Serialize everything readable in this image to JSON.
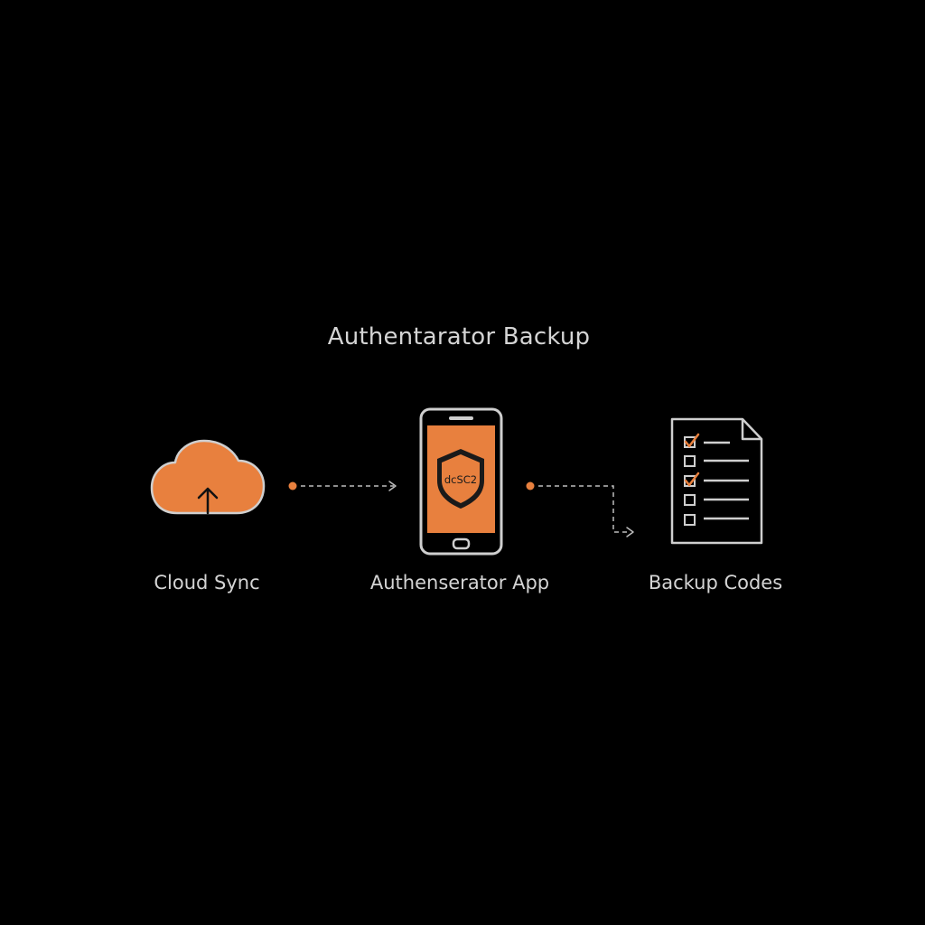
{
  "title": "Authentarator Backup",
  "nodes": {
    "cloud": {
      "label": "Cloud Sync",
      "icon": "cloud-upload-icon"
    },
    "app": {
      "label": "Authenserator App",
      "icon": "smartphone-shield-icon",
      "shield_text": "dcSC2"
    },
    "codes": {
      "label": "Backup Codes",
      "icon": "checklist-document-icon"
    }
  },
  "colors": {
    "background": "#000000",
    "accent": "#e8803e",
    "outline": "#cfcfcf",
    "text": "#d4d4d4"
  }
}
